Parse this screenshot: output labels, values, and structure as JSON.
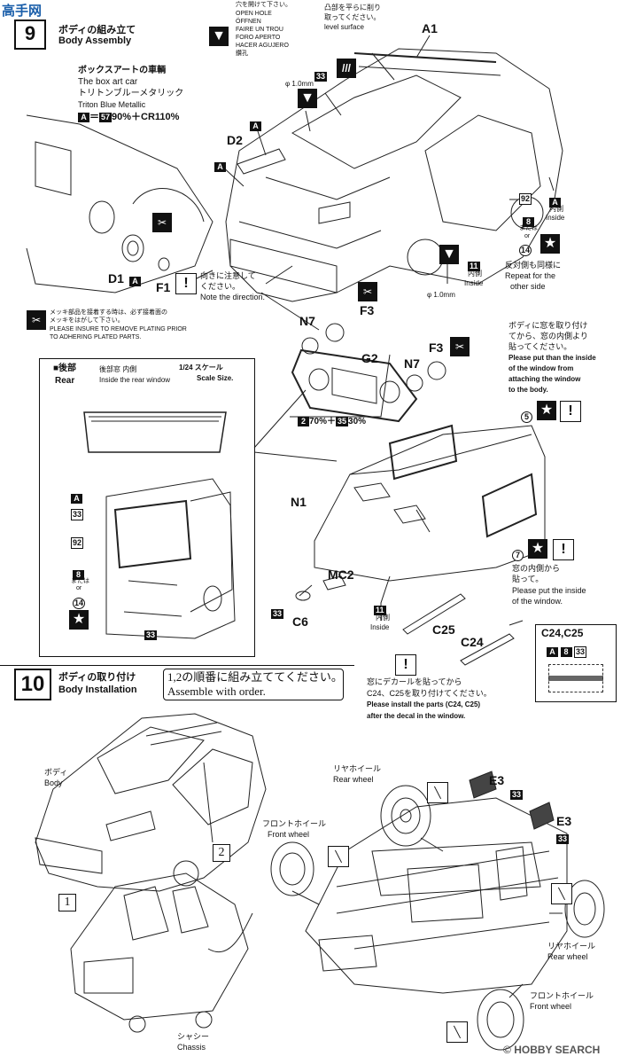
{
  "watermark_top": "高手网",
  "step9": {
    "number": "9",
    "title_jp": "ボディの組み立て",
    "title_en": "Body Assembly"
  },
  "box_art": {
    "title_jp": "ボックスアートの車輌",
    "title_en": "The box art car",
    "color_jp": "トリトンブルーメタリック",
    "color_en": "Triton Blue Metallic",
    "formula_a": "A",
    "formula_eq": "＝",
    "formula_57": "57",
    "formula_rest": "90%＋CR110%"
  },
  "open_hole": {
    "lines": [
      "穴を開けて下さい。",
      "OPEN HOLE",
      "ÖFFNEN",
      "FAIRE UN TROU",
      "FORO APERTO",
      "HACER AGUJERO",
      "鑽孔"
    ]
  },
  "level_surface": {
    "jp_line1": "凸部を平らに削り",
    "jp_line2": "取ってください。",
    "en": "level surface"
  },
  "parts": {
    "a1": "A1",
    "d2": "D2",
    "d1": "D1",
    "f1": "F1",
    "f3a": "F3",
    "f3b": "F3",
    "n7a": "N7",
    "n7b": "N7",
    "g2": "G2",
    "n1": "N1",
    "mc2": "MC2",
    "c6": "C6",
    "c25": "C25",
    "c24": "C24"
  },
  "markers": {
    "a": "A",
    "m33": "33",
    "m92": "92",
    "m8": "8",
    "m11": "11",
    "m14": "14",
    "m5": "5",
    "m7": "7",
    "m2": "2",
    "m35": "35"
  },
  "phi_1": "φ 1.0mm",
  "phi_2": "φ 1.0mm",
  "inside_right": {
    "jp": "内側",
    "en": "Inside"
  },
  "inside_mid": {
    "jp": "内側",
    "en": "Inside"
  },
  "inside_bottom": {
    "jp": "内側",
    "en": "Inside"
  },
  "or_jp": "または",
  "or_en": "or",
  "repeat_other": {
    "jp": "反対側も同様に",
    "en1": "Repeat for the",
    "en2": "other side"
  },
  "direction_note": {
    "jp1": "向きに注意して",
    "jp2": "ください。",
    "en": "Note the direction."
  },
  "plating_note": {
    "jp1": "メッキ部品を接着する時は、必ず接着面の",
    "jp2": "メッキをはがして下さい。",
    "en1": "PLEASE INSURE TO REMOVE PLATING PRIOR",
    "en2": "TO ADHERING PLATED PARTS."
  },
  "grille_color": {
    "m2": "2",
    "p1": "70%＋",
    "m35": "35",
    "p2": "30%"
  },
  "rear_box": {
    "title_jp": "■後部",
    "title_en": "Rear",
    "window_jp": "後部窓 内側",
    "window_en": "Inside the rear window",
    "scale_jp": "1/24 スケール",
    "scale_en": "Scale Size."
  },
  "window_note": {
    "jp1": "ボディに窓を取り付け",
    "jp2": "てから、窓の内側より",
    "jp3": "貼ってください。",
    "en1": "Please put than the inside",
    "en2": "of the window from",
    "en3": "attaching the window",
    "en4": "to the body."
  },
  "window_inside_note": {
    "jp1": "窓の内側から",
    "jp2": "貼って。",
    "en1": "Please put the inside",
    "en2": "of the window."
  },
  "decal_note": {
    "jp1": "窓にデカールを貼ってから",
    "jp2": "C24、C25を取り付けてください。",
    "en1": "Please install the parts (C24, C25)",
    "en2": "after the decal in the window."
  },
  "c24c25_box": {
    "title": "C24,C25",
    "a": "A",
    "m8": "8",
    "m33": "33"
  },
  "step10": {
    "number": "10",
    "title_jp": "ボディの取り付け",
    "title_en": "Body Installation",
    "order_jp": "1,2の順番に組み立ててください。",
    "order_en": "Assemble with order."
  },
  "body_label": {
    "jp": "ボディ",
    "en": "Body"
  },
  "chassis_label": {
    "jp": "シャシー",
    "en": "Chassis"
  },
  "step_marks": {
    "one": "1",
    "two": "2"
  },
  "rear_wheel_top": {
    "jp": "リヤホイール",
    "en": "Rear wheel"
  },
  "front_wheel_left": {
    "jp": "フロントホイール",
    "en": "Front wheel"
  },
  "rear_wheel_right": {
    "jp": "リヤホイール",
    "en": "Rear wheel"
  },
  "front_wheel_bottom": {
    "jp": "フロントホイール",
    "en": "Front wheel"
  },
  "e3a": "E3",
  "e3b": "E3",
  "e3_33a": "33",
  "e3_33b": "33",
  "footer": {
    "copyright": "©",
    "brand": "HOBBY SEARCH"
  }
}
